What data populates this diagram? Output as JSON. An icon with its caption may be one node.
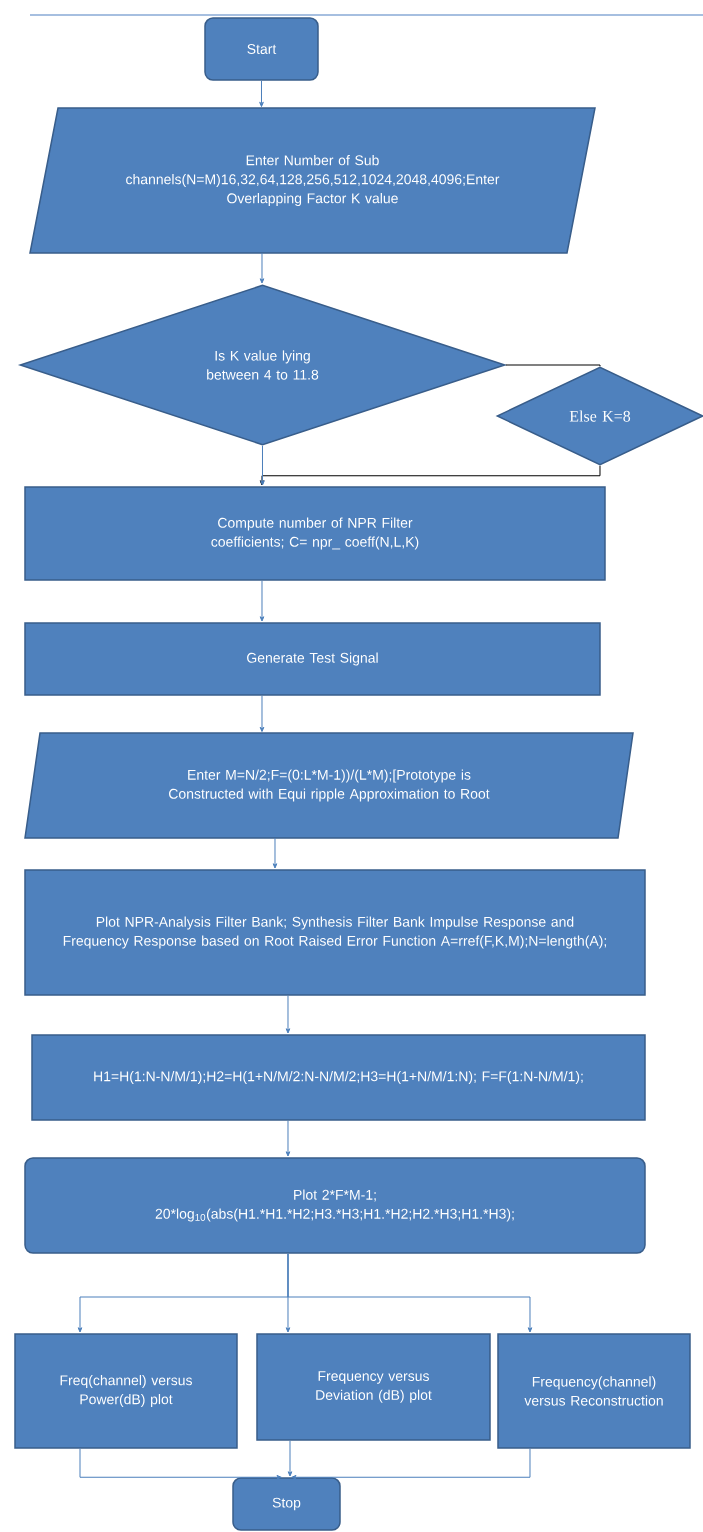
{
  "diagram": {
    "nodes": [
      {
        "text": [
          "Start"
        ]
      },
      {
        "text": [
          "Enter Number of Sub channels(N=M)16,32,64,128,256,512,1024,2048,4096;Enter Overlapping Factor K value"
        ]
      },
      {
        "text": [
          "Is K value lying between 4 to 11.8"
        ]
      },
      {
        "text": [
          "Else K=8"
        ]
      },
      {
        "text": [
          "Compute number of NPR Filter coefficients; C= npr_ coeff(N,L,K)"
        ]
      },
      {
        "text": [
          "Generate Test Signal"
        ]
      },
      {
        "text": [
          "Enter M=N/2;F=(0:L*M-1))/(L*M);[Prototype is Constructed with Equi ripple Approximation to Root"
        ]
      },
      {
        "text": [
          "Plot NPR-Analysis Filter Bank; Synthesis Filter Bank Impulse Response and Frequency Response based on Root Raised Error Function A=rref(F,K,M);N=length(A);"
        ]
      },
      {
        "text": [
          "H1=H(1:N-N/M/1);H2=H(1+N/M/2:N-N/M/2;H3=H(1+N/M/1:N); F=F(1:N-N/M/1);"
        ]
      },
      {
        "text": [
          "Plot 2*F*M-1;",
          "20*log$_{10}$(abs(H1.*H1.*H2;H3.*H3;H1.*H2;H2.*H3;H1.*H3);"
        ]
      },
      {
        "text": [
          "Freq(channel) versus Power(dB) plot"
        ]
      },
      {
        "text": [
          "Frequency versus Deviation (dB) plot"
        ]
      },
      {
        "text": [
          "Frequency(channel) versus Reconstruction"
        ]
      },
      {
        "text": [
          "Stop"
        ]
      }
    ],
    "edges": [
      {
        "from": 0,
        "to": 1,
        "arrow": "to"
      },
      {
        "from": 1,
        "to": 2,
        "arrow": "to"
      },
      {
        "from": 2,
        "to": 3,
        "arrow": "none",
        "color": "#000000"
      },
      {
        "from": 3,
        "to": 4,
        "arrow": "to",
        "color": "#000000"
      },
      {
        "from": 2,
        "to": 4,
        "arrow": "to"
      },
      {
        "from": 4,
        "to": 5,
        "arrow": "to"
      },
      {
        "from": 5,
        "to": 6,
        "arrow": "to"
      },
      {
        "from": 6,
        "to": 7,
        "arrow": "to"
      },
      {
        "from": 7,
        "to": 8,
        "arrow": "to"
      },
      {
        "from": 8,
        "to": 9,
        "arrow": "to"
      },
      {
        "from": 9,
        "to": 10,
        "arrow": "to"
      },
      {
        "from": 9,
        "to": 11,
        "arrow": "to"
      },
      {
        "from": 9,
        "to": 12,
        "arrow": "to"
      },
      {
        "from": 10,
        "to": 13,
        "arrow": "to"
      },
      {
        "from": 11,
        "to": 13,
        "arrow": "to"
      },
      {
        "from": 12,
        "to": 13,
        "arrow": "to"
      }
    ]
  }
}
